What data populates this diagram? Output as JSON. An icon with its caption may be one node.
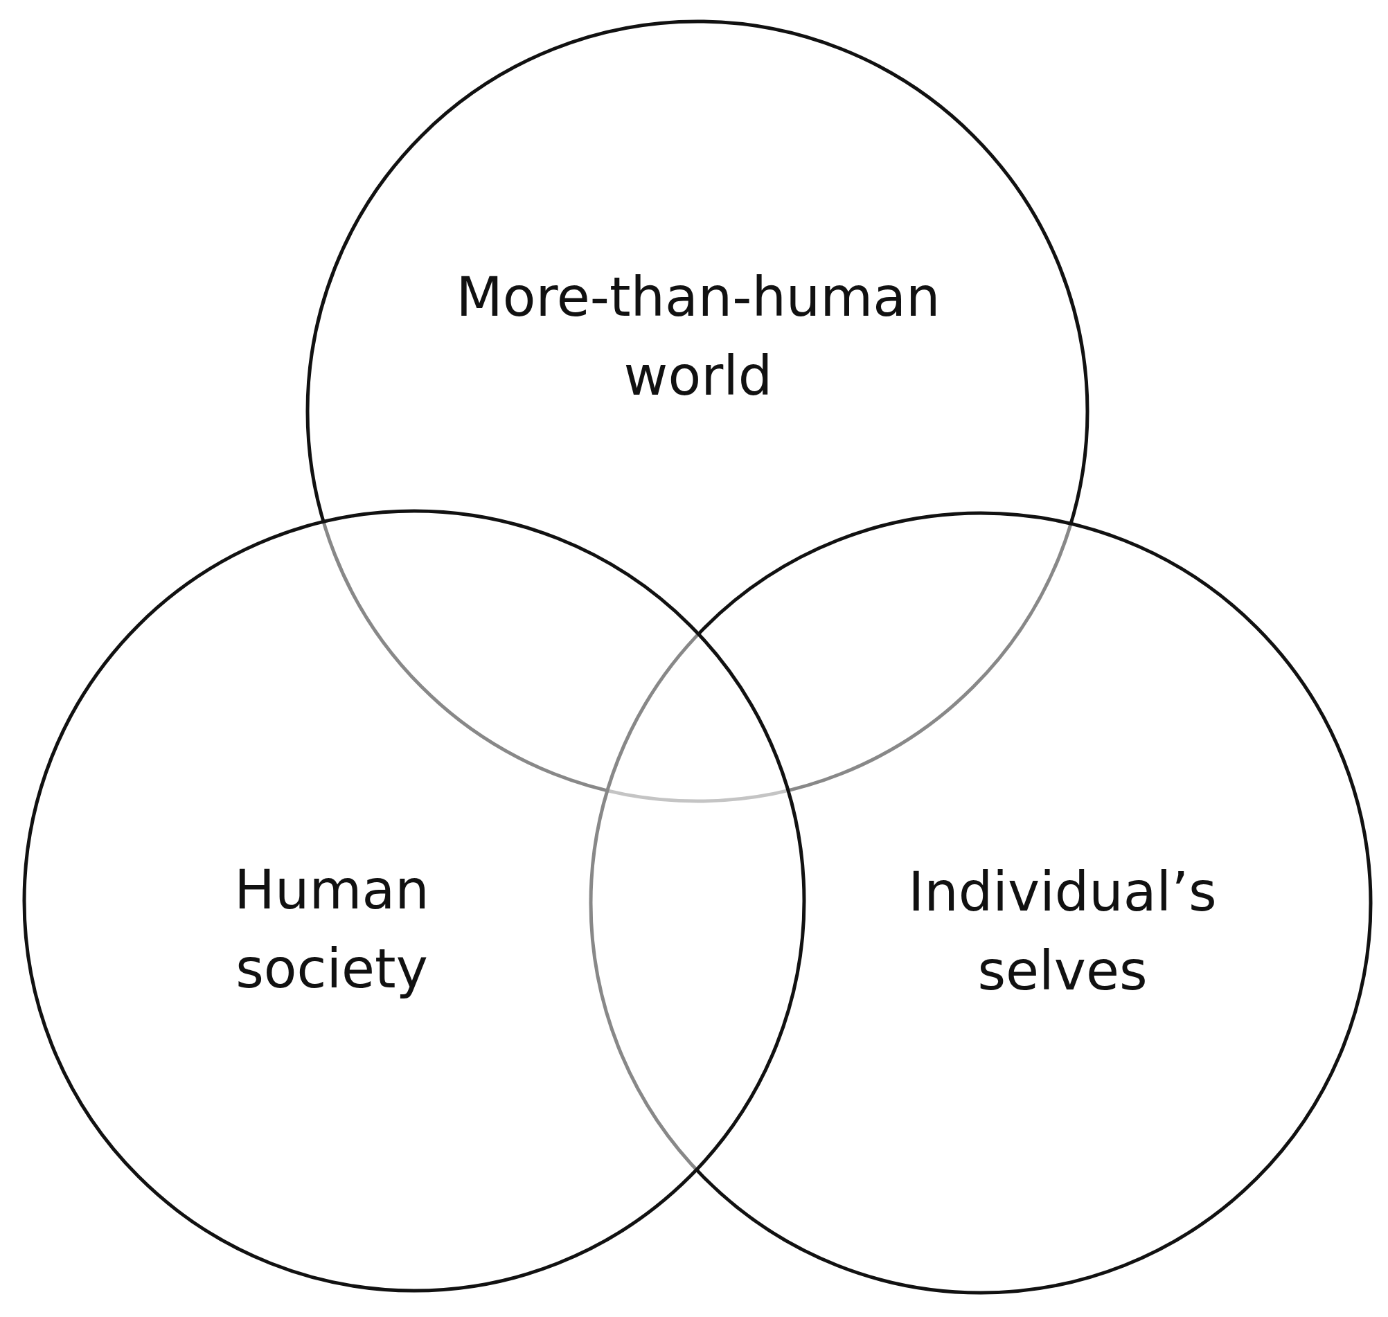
{
  "diagram": {
    "nodes": [
      {
        "text": [
          "More-than-human world"
        ]
      },
      {
        "text": [
          "Human society"
        ]
      },
      {
        "text": [
          "Individual’s selves"
        ]
      }
    ]
  }
}
